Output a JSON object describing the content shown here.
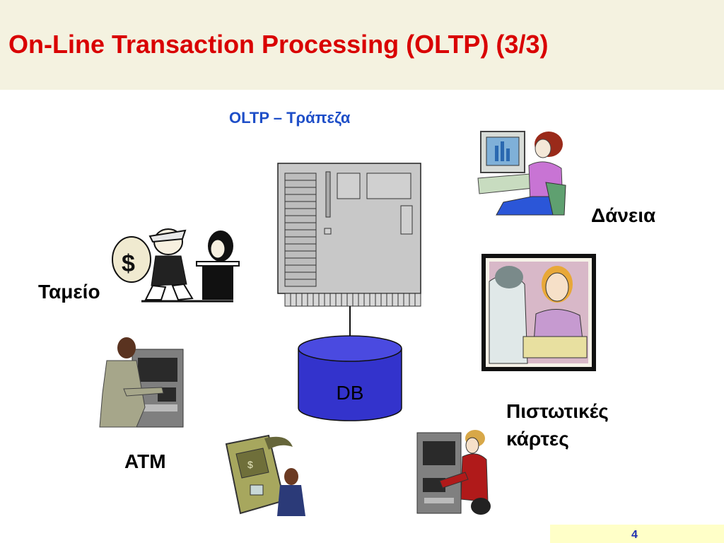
{
  "title": "On-Line Transaction Processing (OLTP) (3/3)",
  "subtitle": "OLTP – Τράπεζα",
  "db_label": "DB",
  "labels": {
    "teller": "Ταμείο",
    "atm": "ATM",
    "loans": "Δάνεια",
    "credit_cards_line1": "Πιστωτικές",
    "credit_cards_line2": "κάρτες"
  },
  "page_number": "4",
  "colors": {
    "title": "#d90000",
    "subtitle": "#1f4fc8",
    "db_fill": "#3333cc",
    "header_bg": "#f4f2e0"
  }
}
